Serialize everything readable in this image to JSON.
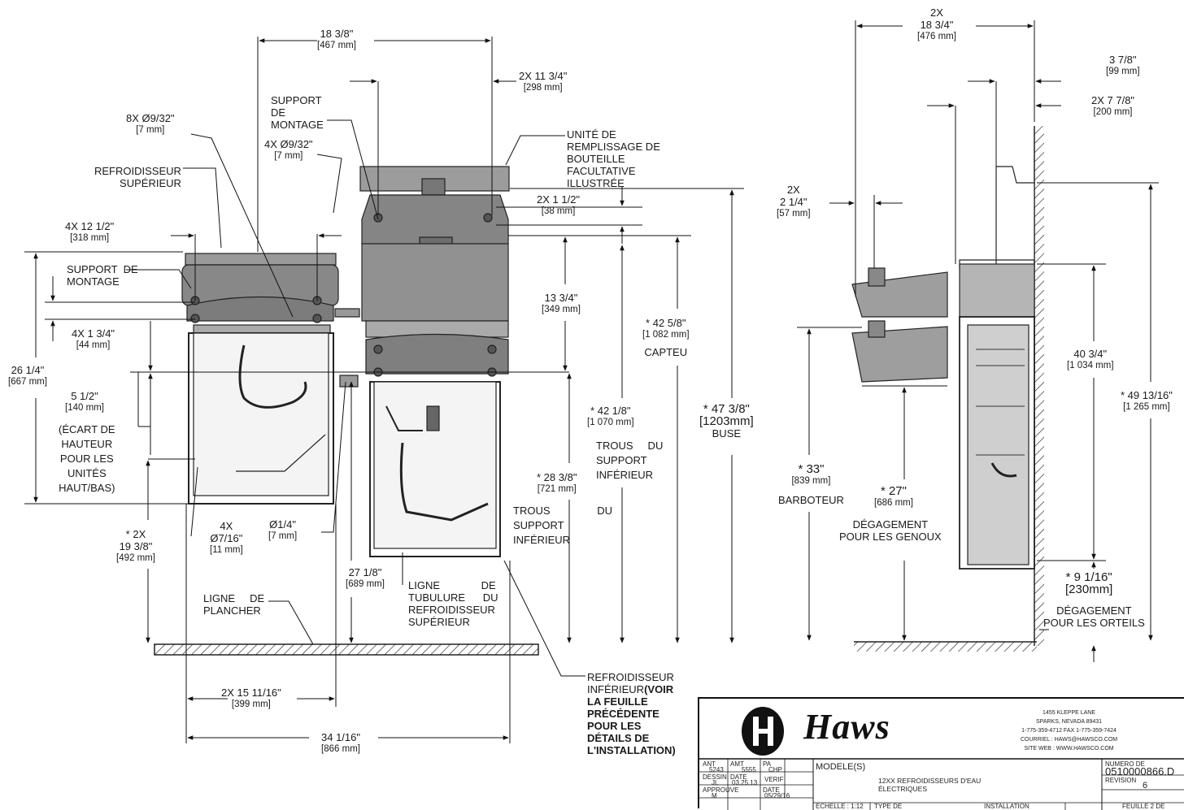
{
  "dims": {
    "top_18": "18 3/8\"",
    "top_18_mm": "[467 mm]",
    "d2x_11": "2X  11 3/4\"",
    "d2x_11_mm": "[298 mm]",
    "d8x": "8X  Ø9/32\"",
    "d8x_mm": "[7 mm]",
    "support_de_montage": "SUPPORT\nDE\nMONTAGE",
    "d4x_932": "4X Ø9/32\"",
    "d4x_932_mm": "[7 mm]",
    "unite": "UNITÉ DE\nREMPLISSAGE DE\nBOUTEILLE\nFACULTATIVE\nILLUSTRÉE",
    "refr_sup": "REFROIDISSEUR\nSUPÉRIEUR",
    "d2x_112": "2X  1 1/2\"",
    "d2x_112_mm": "[38 mm]",
    "d4x_12": "4X  12 1/2\"",
    "d4x_12_mm": "[318 mm]",
    "support_montage2": "SUPPORT  DE\nMONTAGE",
    "d13": "13 3/4\"",
    "d13_mm": "[349 mm]",
    "d42_58": "*  42 5/8\"",
    "d42_58_mm": "[1 082 mm]",
    "capteu": "CAPTEU",
    "d4x_134": "4X  1 3/4\"",
    "d4x_134_mm": "[44 mm]",
    "d26": "26 1/4\"",
    "d26_mm": "[667 mm]",
    "d512": "5 1/2\"",
    "d512_mm": "[140 mm]",
    "ecart": "(ÉCART DE\nHAUTEUR\nPOUR LES\nUNITÉS\nHAUT/BAS)",
    "d42_18": "*  42 1/8\"",
    "d42_18_mm": "[1 070 mm]",
    "trous_sup": "TROUS     DU\nSUPPORT\nINFÉRIEUR",
    "d47": "*  47 3/8\"",
    "d47_mm": "[1203mm]",
    "buse": "BUSE",
    "d28": "*  28 3/8\"",
    "d28_mm": "[721 mm]",
    "trous_inf": "TROUS                DU\nSUPPORT\nINFÉRIEUR",
    "d2x_19": "* 2X\n19 3/8\"",
    "d2x_19_mm": "[492 mm]",
    "d4x_716": "4X\nØ7/16\"",
    "d4x_716_mm": "[11 mm]",
    "d14": "Ø1/4\"",
    "d14_mm": "[7 mm]",
    "d27_18": "27 1/8\"",
    "d27_18_mm": "[689 mm]",
    "ligne_tub": "LIGNE              DE\nTUBULURE      DU\nREFROIDISSEUR\nSUPÉRIEUR",
    "ligne_planch": "LIGNE     DE\nPLANCHER",
    "d2x_15": "2X  15 11/16\"",
    "d2x_15_mm": "[399 mm]",
    "d34": "34 1/16\"",
    "d34_mm": "[866 mm]",
    "refr_inf": "REFROIDISSEUR\nINFÉRIEUR",
    "refr_inf_b": "(VOIR\nLA FEUILLE\nPRÉCÉDENTE\nPOUR LES\nDÉTAILS DE\nL'INSTALLATION)",
    "s2x_1834": "2X\n18 3/4\"",
    "s2x_1834_mm": "[476 mm]",
    "s378": "3 7/8\"",
    "s378_mm": "[99 mm]",
    "s2x_778": "2X   7 7/8\"",
    "s2x_778_mm": "[200 mm]",
    "s2x_214": "2X\n2 1/4\"",
    "s2x_214_mm": "[57 mm]",
    "s40": "40 3/4\"",
    "s40_mm": "[1 034 mm]",
    "s49": "*  49 13/16\"",
    "s49_mm": "[1 265 mm]",
    "s33": "*   33\"",
    "s33_mm": "[839 mm]",
    "barboteur": "BARBOTEUR",
    "s27": "*   27\"",
    "s27_mm": "[686 mm]",
    "genoux": "DÉGAGEMENT\nPOUR LES GENOUX",
    "s9": "*  9 1/16\"",
    "s9_mm": "[230mm]",
    "orteils": "DÉGAGEMENT\nPOUR LES ORTEILS"
  },
  "title_block": {
    "brand": "Haws",
    "address": "1455 KLEPPE LANE\nSPARKS, NEVADA 89431\n1-775-359-4712 FAX 1-775-359-7424\nCOURRIEL : HAWS@HAWSCO.COM\nSITE WEB : WWW.HAWSCO.COM",
    "modeles_label": "MODELE(S)",
    "description": "12XX REFROIDISSEURS D'EAU\nÉLECTRIQUES",
    "numero_label": "NUMERO DE",
    "numero": "0510000866.D",
    "revision_label": "REVISION",
    "revision": "6",
    "feuille": "FEUILLE 2 DE",
    "echelle": "ECHELLE : 1:12",
    "type": "TYPE DE",
    "installation": "INSTALLATION",
    "ant": "ANT",
    "ant_val": "5243",
    "amt": "AMT",
    "amt_val": "5555",
    "pa": "PA",
    "pa_val": "CHP",
    "dessin": "DESSIN",
    "dessin_val": "JL",
    "date": "DATE",
    "date_val": "03.25.13",
    "verif": "VERIF",
    "approuve": "APPROUVE",
    "approuve_val": "M",
    "date2": "DATE",
    "date2_val": "05/29/16"
  },
  "colors": {
    "line": "#222222",
    "bg": "#ffffff",
    "body_fill": "#8f8f8f",
    "dark": "#111111"
  }
}
